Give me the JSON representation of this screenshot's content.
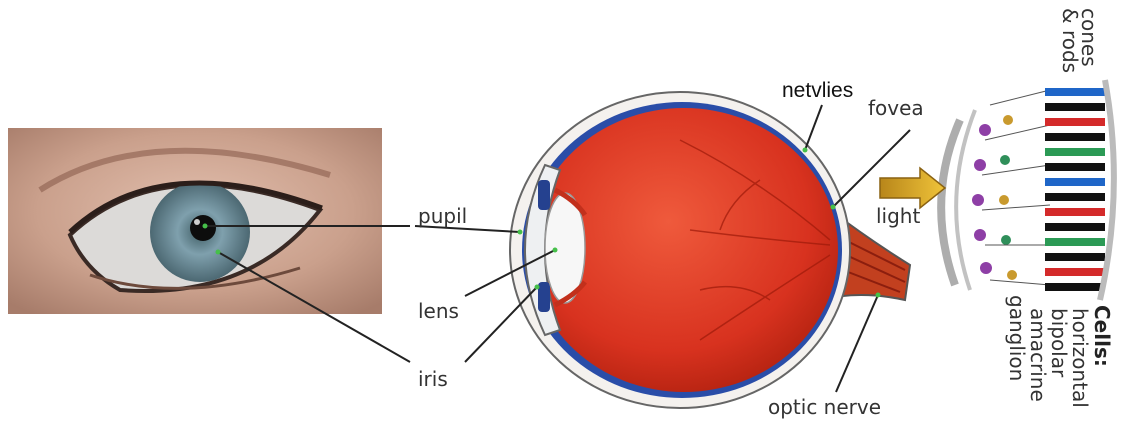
{
  "labels": {
    "pupil": "pupil",
    "lens": "lens",
    "iris": "iris",
    "netvlies": "netvlies",
    "fovea": "fovea",
    "light": "light",
    "optic_nerve": "optic nerve",
    "cones_rods_line1": "cones",
    "cones_rods_line2": "& rods",
    "cells_heading": "Cells:",
    "cell_types": [
      "horizontal",
      "bipolar",
      "amacrine",
      "ganglion"
    ]
  },
  "colors": {
    "eyeball_red": "#d8321f",
    "sclera": "#f4f1ee",
    "choroid_blue": "#2a4da8",
    "iris_blue": "#7f9fae",
    "arrow_gold": "#d9a41c",
    "leader_line": "#222222"
  }
}
